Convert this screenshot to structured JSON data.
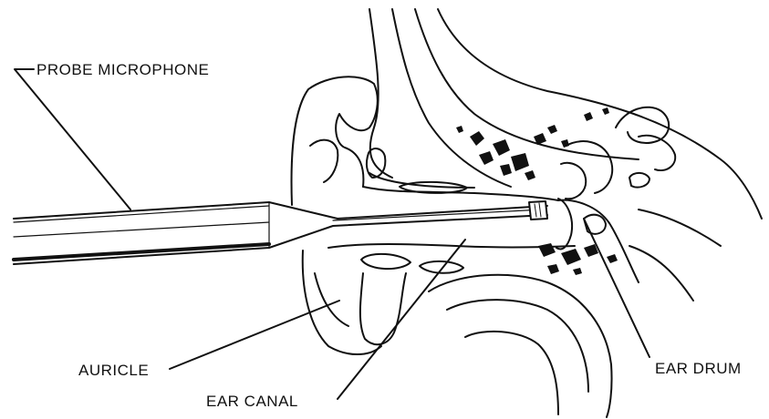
{
  "labels": {
    "probe_microphone": "PROBE MICROPHONE",
    "auricle": "AURICLE",
    "ear_canal": "EAR CANAL",
    "ear_drum": "EAR DRUM"
  },
  "colors": {
    "ink": "#111111",
    "background": "#ffffff"
  }
}
